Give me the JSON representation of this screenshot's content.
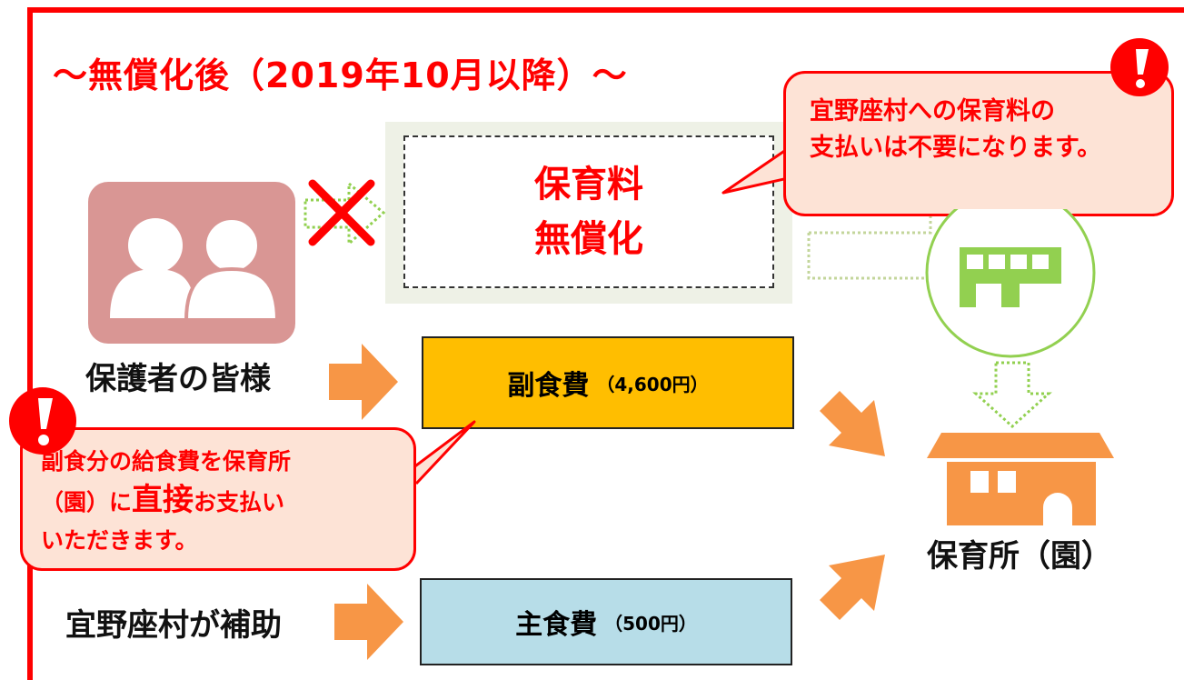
{
  "title": "～無償化後（2019年10月以降）～",
  "free_box": {
    "line1": "保育料",
    "line2": "無償化"
  },
  "speech_top": {
    "line1": "宜野座村への保育料の",
    "line2": "支払いは不要になります。"
  },
  "guardians_label": "保護者の皆様",
  "village_label": "宜野座村が補助",
  "side_dish_fee": {
    "label": "副食費",
    "amount": "（4,600円）"
  },
  "staple_fee": {
    "label": "主食費",
    "amount": "（500円）"
  },
  "speech_left": {
    "line1": "副食分の給食費を保育所",
    "line2_prefix": "（園）に",
    "line2_emphasis": "直接",
    "line2_suffix": "お支払い",
    "line3": "いただきます。"
  },
  "nursery_label": "保育所（園）",
  "colors": {
    "accent_red": "#ff0000",
    "arrow_orange": "#f79646",
    "side_dish_yellow": "#ffbe00",
    "staple_blue": "#b7dde8",
    "guardian_pink": "#d99694",
    "building_green": "#92d050",
    "bubble_fill": "#fde3d6"
  },
  "icons": [
    "guardian-icon",
    "cross-icon",
    "village-office-icon",
    "nursery-building-icon",
    "exclamation-icon"
  ]
}
